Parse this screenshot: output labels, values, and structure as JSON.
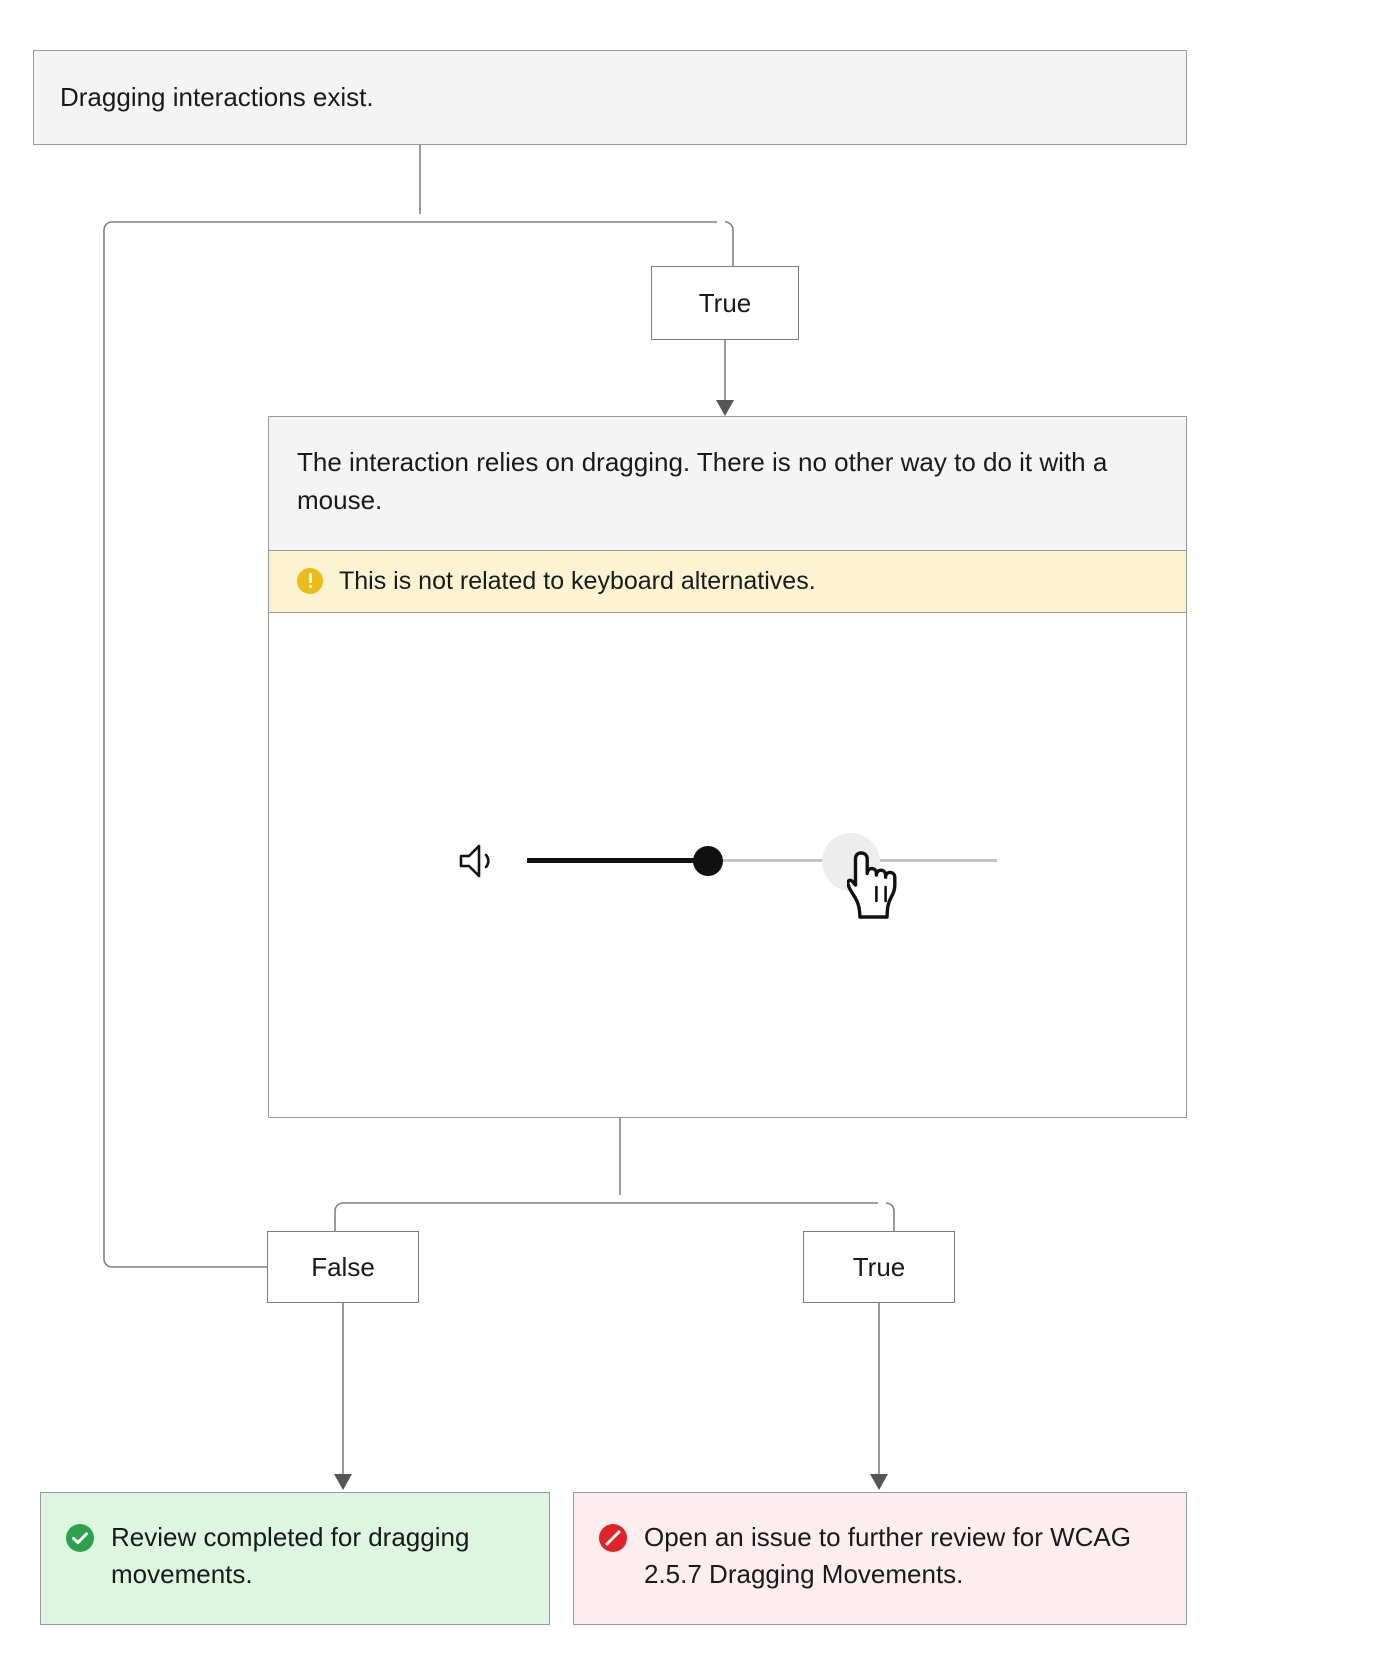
{
  "flow": {
    "root": {
      "label": "Dragging interactions exist."
    },
    "branch_top": {
      "true_label": "True"
    },
    "card": {
      "statement": "The interaction relies on dragging. There is no other way to do it with a mouse.",
      "warning": {
        "icon": "warning-icon",
        "text": "This is not related to keyboard alternatives."
      },
      "demo": {
        "icons": [
          "speaker-icon",
          "pointer-hand-cursor-icon"
        ],
        "control": "volume-slider",
        "filled_percent": 38
      }
    },
    "branch_bottom": {
      "false_label": "False",
      "true_label": "True"
    },
    "outcomes": [
      {
        "icon": "success-check-icon",
        "text": "Review completed for dragging movements.",
        "bg": "#ddf6e0",
        "icon_color": "#2aa14a"
      },
      {
        "icon": "prohibited-icon",
        "text": "Open an issue to further review for WCAG 2.5.7 Dragging Movements.",
        "bg": "#fcedee",
        "icon_color": "#e02329"
      }
    ]
  },
  "colors": {
    "node_fill": "#f4f4f4",
    "node_border": "#9a9a9a",
    "warning_fill": "#fcf3d2",
    "warning_icon": "#eebc18",
    "success_fill": "#ddf6e0",
    "error_fill": "#fcedee",
    "connector": "#808080"
  }
}
